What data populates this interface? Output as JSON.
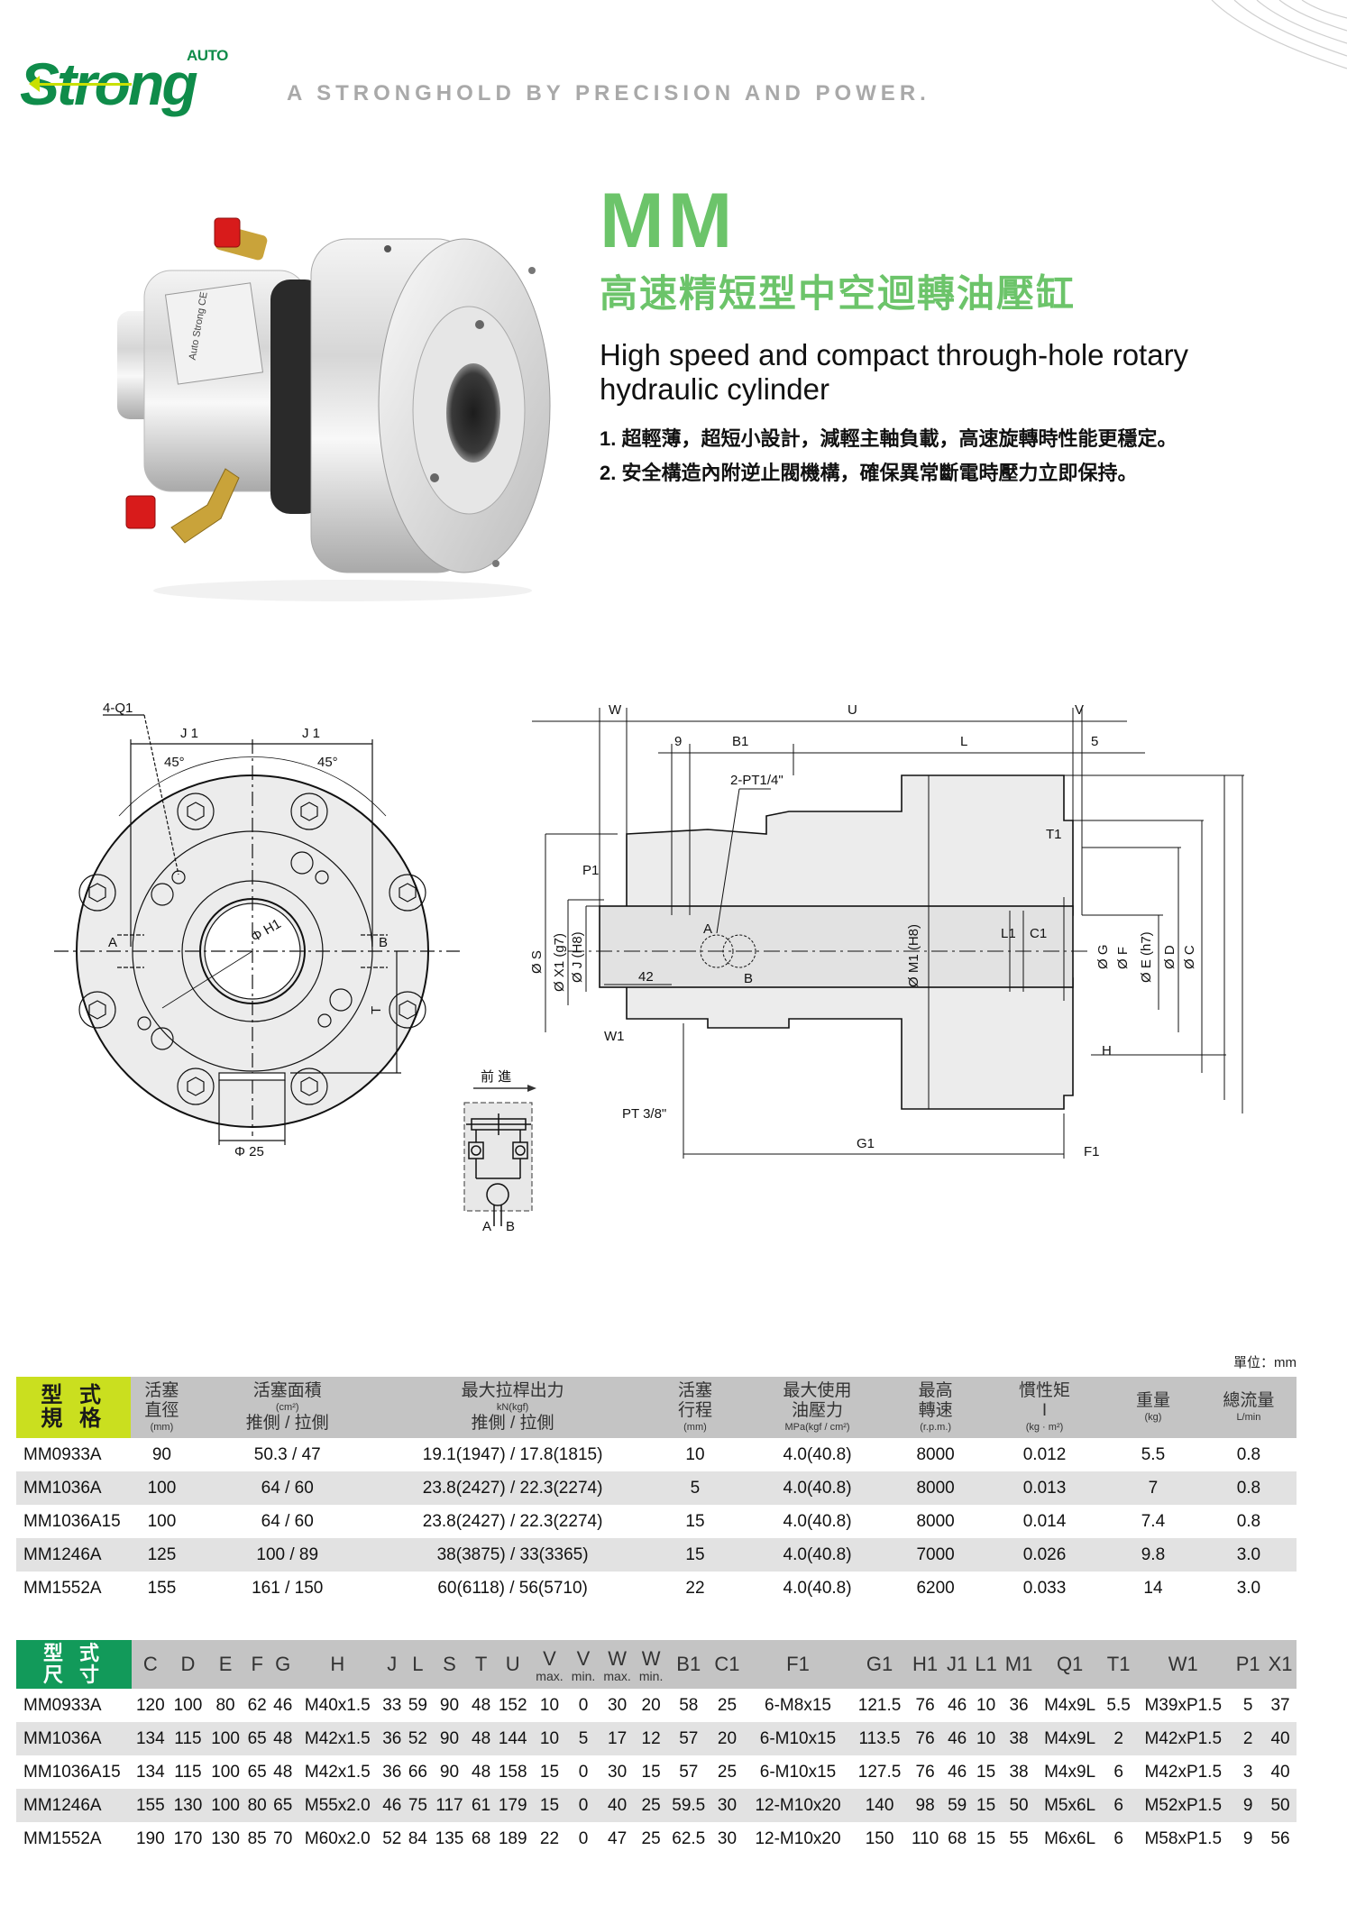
{
  "brand": {
    "logo_small": "AUTO",
    "logo_word": "Strong",
    "tagline": "A STRONGHOLD BY PRECISION AND POWER."
  },
  "product": {
    "model_series": "MM",
    "title_zh": "高速精短型中空迴轉油壓缸",
    "title_en": "High speed and compact through-hole rotary hydraulic cylinder",
    "features": [
      "1. 超輕薄，超短小設計，減輕主軸負載，高速旋轉時性能更穩定。",
      "2. 安全構造內附逆止閥機構，確保異常斷電時壓力立即保持。"
    ],
    "image_label": "Auto Strong CE"
  },
  "colors": {
    "brand_green": "#0f8c4a",
    "title_green": "#6cc46a",
    "spec_header_yellow": "#cadf1f",
    "dim_header_green": "#129a5a",
    "header_gray": "#c4c4c4",
    "row_alt_gray": "#e2e2e2"
  },
  "drawing_front": {
    "labels": {
      "q1": "4-Q1",
      "j1_left": "J 1",
      "j1_right": "J 1",
      "angle_left": "45°",
      "angle_right": "45°",
      "port_a": "A",
      "port_b": "B",
      "h1": "Φ H1",
      "t": "T",
      "d25": "Φ 25"
    }
  },
  "drawing_circuit": {
    "direction": "前 進",
    "port_a": "A",
    "port_b": "B"
  },
  "drawing_side": {
    "labels": {
      "w": "W",
      "u": "U",
      "v": "V",
      "nine": "9",
      "b1": "B1",
      "l": "L",
      "five": "5",
      "pt14": "2-PT1/4\"",
      "t1": "T1",
      "p1": "P1",
      "a": "A",
      "b": "B",
      "l1": "L1",
      "c1": "C1",
      "s": "Ø S",
      "x1": "Ø X1 (g7)",
      "j": "Ø J (H8)",
      "m1": "Ø M1 (H8)",
      "g": "Ø G",
      "f": "Ø F",
      "e": "Ø E (h7)",
      "d": "Ø D",
      "c": "Ø C",
      "forty_two": "42",
      "w1": "W1",
      "h": "H",
      "pt38": "PT 3/8\"",
      "g1": "G1",
      "f1": "F1"
    }
  },
  "spec_table": {
    "unit": "單位：mm",
    "model_head": [
      "型 式",
      "規 格"
    ],
    "headers": [
      {
        "main": "活塞",
        "line2": "直徑",
        "sub": "(mm)"
      },
      {
        "main": "活塞面積",
        "sub": "(cm²)",
        "line2": "推側 / 拉側"
      },
      {
        "main": "最大拉桿出力",
        "sub": "kN(kgf)",
        "line2": "推側 / 拉側"
      },
      {
        "main": "活塞",
        "line2": "行程",
        "sub": "(mm)"
      },
      {
        "main": "最大使用",
        "line2": "油壓力",
        "sub": "MPa(kgf / cm²)"
      },
      {
        "main": "最高",
        "line2": "轉速",
        "sub": "(r.p.m.)"
      },
      {
        "main": "慣性矩",
        "line2": "I",
        "sub": "(kg · m²)"
      },
      {
        "main": "重量",
        "line2": "",
        "sub": "(kg)"
      },
      {
        "main": "總流量",
        "line2": "",
        "sub": "L/min"
      }
    ],
    "rows": [
      [
        "MM0933A",
        "90",
        "50.3 / 47",
        "19.1(1947) / 17.8(1815)",
        "10",
        "4.0(40.8)",
        "8000",
        "0.012",
        "5.5",
        "0.8"
      ],
      [
        "MM1036A",
        "100",
        "64 / 60",
        "23.8(2427) / 22.3(2274)",
        "5",
        "4.0(40.8)",
        "8000",
        "0.013",
        "7",
        "0.8"
      ],
      [
        "MM1036A15",
        "100",
        "64 / 60",
        "23.8(2427) / 22.3(2274)",
        "15",
        "4.0(40.8)",
        "8000",
        "0.014",
        "7.4",
        "0.8"
      ],
      [
        "MM1246A",
        "125",
        "100 / 89",
        "38(3875) / 33(3365)",
        "15",
        "4.0(40.8)",
        "7000",
        "0.026",
        "9.8",
        "3.0"
      ],
      [
        "MM1552A",
        "155",
        "161 / 150",
        "60(6118) / 56(5710)",
        "22",
        "4.0(40.8)",
        "6200",
        "0.033",
        "14",
        "3.0"
      ]
    ]
  },
  "dim_table": {
    "model_head": [
      "型 式",
      "尺 寸"
    ],
    "headers": [
      {
        "main": "C"
      },
      {
        "main": "D"
      },
      {
        "main": "E"
      },
      {
        "main": "F"
      },
      {
        "main": "G"
      },
      {
        "main": "H"
      },
      {
        "main": "J"
      },
      {
        "main": "L"
      },
      {
        "main": "S"
      },
      {
        "main": "T"
      },
      {
        "main": "U"
      },
      {
        "main": "V",
        "sub": "max."
      },
      {
        "main": "V",
        "sub": "min."
      },
      {
        "main": "W",
        "sub": "max."
      },
      {
        "main": "W",
        "sub": "min."
      },
      {
        "main": "B1"
      },
      {
        "main": "C1"
      },
      {
        "main": "F1"
      },
      {
        "main": "G1"
      },
      {
        "main": "H1"
      },
      {
        "main": "J1"
      },
      {
        "main": "L1"
      },
      {
        "main": "M1"
      },
      {
        "main": "Q1"
      },
      {
        "main": "T1"
      },
      {
        "main": "W1"
      },
      {
        "main": "P1"
      },
      {
        "main": "X1"
      }
    ],
    "rows": [
      [
        "MM0933A",
        "120",
        "100",
        "80",
        "62",
        "46",
        "M40x1.5",
        "33",
        "59",
        "90",
        "48",
        "152",
        "10",
        "0",
        "30",
        "20",
        "58",
        "25",
        "6-M8x15",
        "121.5",
        "76",
        "46",
        "10",
        "36",
        "M4x9L",
        "5.5",
        "M39xP1.5",
        "5",
        "37"
      ],
      [
        "MM1036A",
        "134",
        "115",
        "100",
        "65",
        "48",
        "M42x1.5",
        "36",
        "52",
        "90",
        "48",
        "144",
        "10",
        "5",
        "17",
        "12",
        "57",
        "20",
        "6-M10x15",
        "113.5",
        "76",
        "46",
        "10",
        "38",
        "M4x9L",
        "2",
        "M42xP1.5",
        "2",
        "40"
      ],
      [
        "MM1036A15",
        "134",
        "115",
        "100",
        "65",
        "48",
        "M42x1.5",
        "36",
        "66",
        "90",
        "48",
        "158",
        "15",
        "0",
        "30",
        "15",
        "57",
        "25",
        "6-M10x15",
        "127.5",
        "76",
        "46",
        "15",
        "38",
        "M4x9L",
        "6",
        "M42xP1.5",
        "3",
        "40"
      ],
      [
        "MM1246A",
        "155",
        "130",
        "100",
        "80",
        "65",
        "M55x2.0",
        "46",
        "75",
        "117",
        "61",
        "179",
        "15",
        "0",
        "40",
        "25",
        "59.5",
        "30",
        "12-M10x20",
        "140",
        "98",
        "59",
        "15",
        "50",
        "M5x6L",
        "6",
        "M52xP1.5",
        "9",
        "50"
      ],
      [
        "MM1552A",
        "190",
        "170",
        "130",
        "85",
        "70",
        "M60x2.0",
        "52",
        "84",
        "135",
        "68",
        "189",
        "22",
        "0",
        "47",
        "25",
        "62.5",
        "30",
        "12-M10x20",
        "150",
        "110",
        "68",
        "15",
        "55",
        "M6x6L",
        "6",
        "M58xP1.5",
        "9",
        "56"
      ]
    ]
  }
}
